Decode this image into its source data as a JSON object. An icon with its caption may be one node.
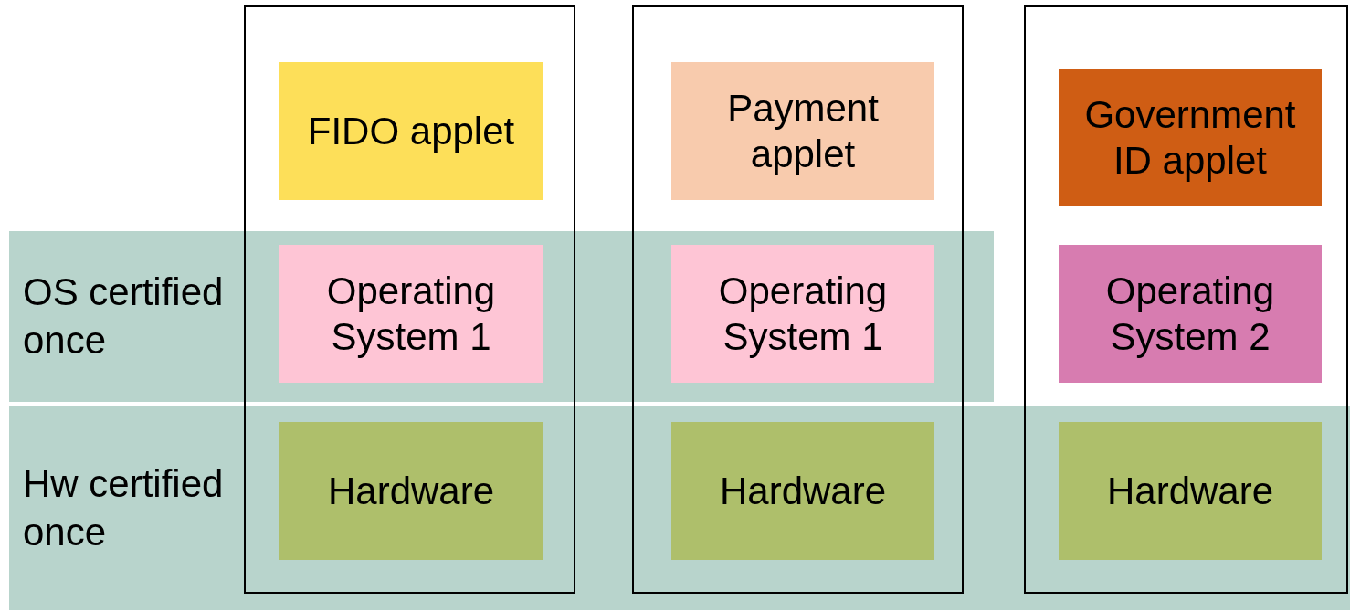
{
  "diagram": {
    "nodes": [
      {
        "text": [
          "OS certified once"
        ]
      },
      {
        "text": [
          "Hw certified once"
        ]
      },
      {
        "text": [],
        "shape": "box"
      },
      {
        "text": [],
        "shape": "box"
      },
      {
        "text": [],
        "shape": "box"
      },
      {
        "text": [
          "FIDO applet"
        ],
        "in": 2
      },
      {
        "text": [
          "Payment applet"
        ],
        "in": 3
      },
      {
        "text": [
          "Government ID applet"
        ],
        "in": 4
      },
      {
        "text": [
          "Operating System 1"
        ]
      },
      {
        "text": [
          "Operating System 1"
        ]
      },
      {
        "text": [
          "Operating System 2"
        ],
        "in": 4
      },
      {
        "text": [
          "Hardware"
        ]
      },
      {
        "text": [
          "Hardware"
        ]
      },
      {
        "text": [
          "Hardware"
        ]
      }
    ],
    "edges": []
  }
}
